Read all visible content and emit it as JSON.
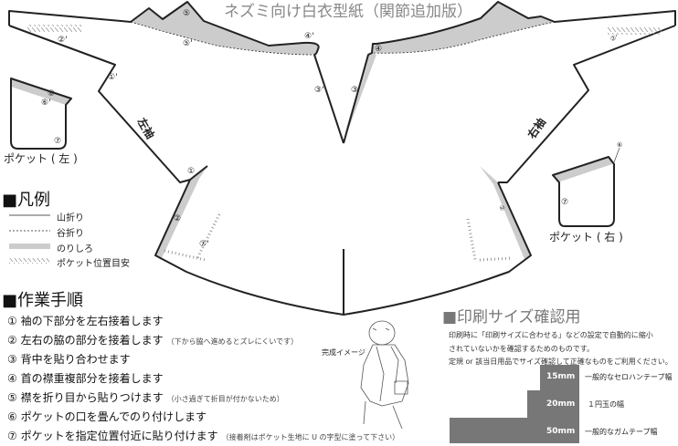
{
  "title": "ネズミ向け白衣型紙（関節追加版）",
  "pattern": {
    "left_sleeve_label": "左袖",
    "right_sleeve_label": "右袖",
    "pocket_left_label": "ポケット ( 左 )",
    "pocket_right_label": "ポケット ( 右 )",
    "marks": {
      "m5": "⑤",
      "m5p": "⑤'",
      "m4p": "④'",
      "m3p": "③'",
      "m3": "③",
      "m4": "④",
      "m2p": "②'",
      "m1p": "①'",
      "m6": "⑥",
      "m6p": "⑥'",
      "m7": "⑦",
      "m1": "①",
      "m2": "②",
      "m7p": "⑦'",
      "r2p": "②'",
      "r2": "②",
      "r6": "⑥",
      "r7": "⑦"
    },
    "colors": {
      "glue": "#cccccc",
      "line": "#222222"
    }
  },
  "legend": {
    "heading": "■凡例",
    "items": [
      {
        "label": "山折り",
        "style": "solid-line"
      },
      {
        "label": "谷折り",
        "style": "dashed-line"
      },
      {
        "label": "のりしろ",
        "style": "gray-band"
      },
      {
        "label": "ポケット位置目安",
        "style": "hatch"
      }
    ]
  },
  "steps": {
    "heading": "■作業手順",
    "items": [
      {
        "text": "① 袖の下部分を左右接着します",
        "note": ""
      },
      {
        "text": "② 左右の脇の部分を接着します",
        "note": "（下から脇へ進めるとズレにくいです）"
      },
      {
        "text": "③ 背中を貼り合わせます",
        "note": ""
      },
      {
        "text": "④ 首の襟重複部分を接着します",
        "note": ""
      },
      {
        "text": "⑤ 襟を折り目から貼りつけます",
        "note": "（小さ過ぎて折目が付かないため）"
      },
      {
        "text": "⑥ ポケットの口を畳んでのり付けします",
        "note": ""
      },
      {
        "text": "⑦ ポケットを指定位置付近に貼り付けます",
        "note": "（接着剤はポケット生地に U の字型に塗って下さい）"
      }
    ]
  },
  "finished_image_label": "完成イメージ",
  "print_check": {
    "heading": "■印刷サイズ確認用",
    "notes": [
      "印刷時に「印刷サイズに合わせる」などの設定で自動的に縮小",
      "されていないかを確認するためのものです。",
      "定規 or 該当日用品でサイズ確認して正確なものをご利用ください。"
    ],
    "bars": [
      {
        "size_mm": 15,
        "label": "15mm",
        "desc": "一般的なセロハンテープ幅"
      },
      {
        "size_mm": 20,
        "label": "20mm",
        "desc": "１円玉の幅"
      },
      {
        "size_mm": 50,
        "label": "50mm",
        "desc": "一般的なガムテープ幅"
      }
    ],
    "bar_color": "#777777"
  }
}
